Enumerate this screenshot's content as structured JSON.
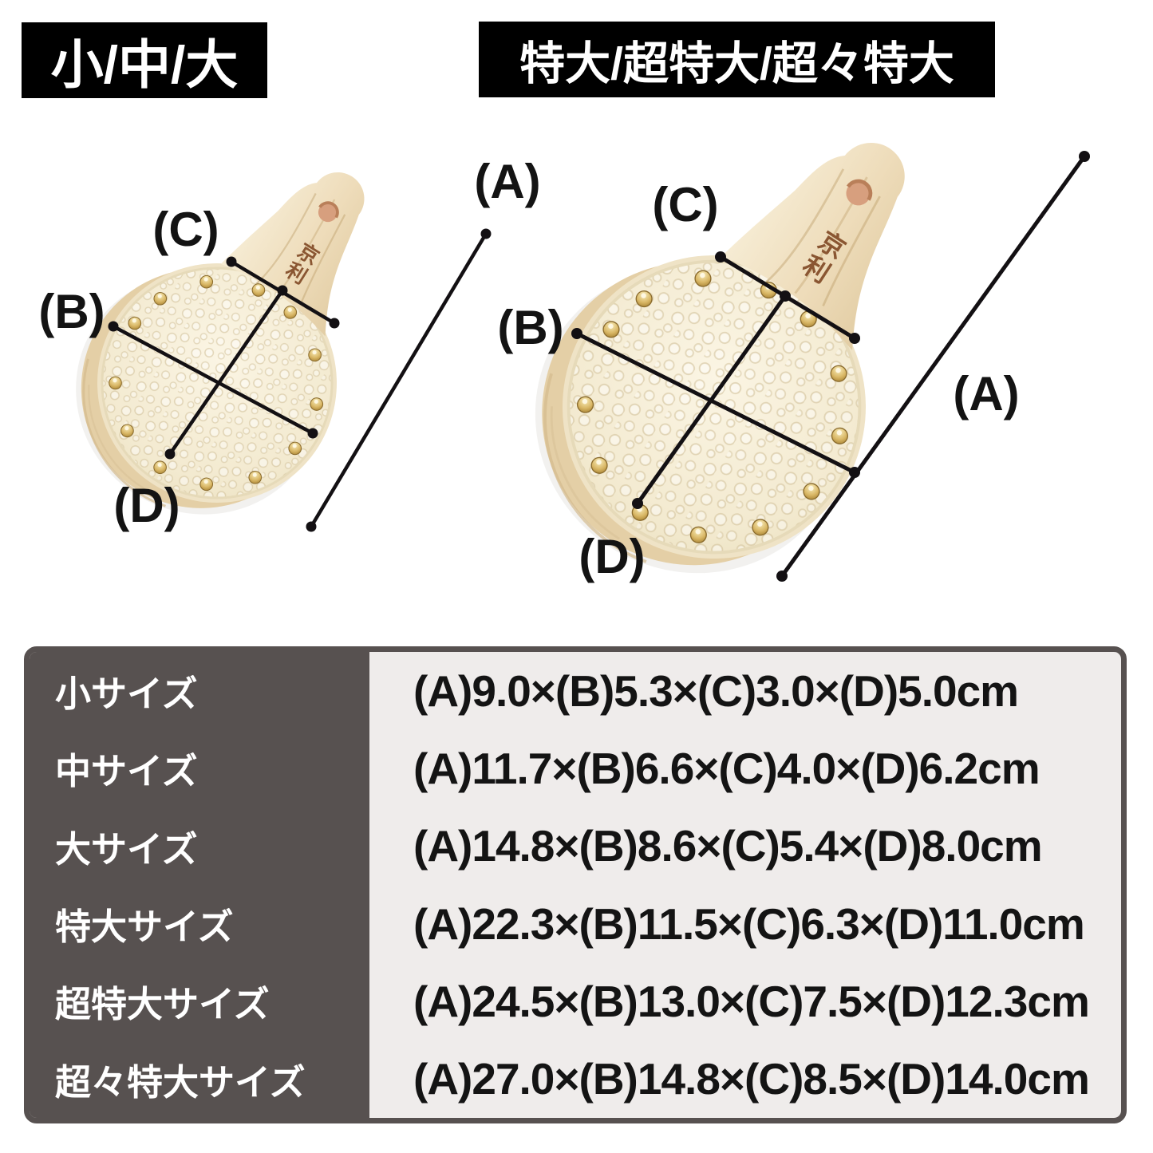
{
  "headers": {
    "left_badge": "小/中/大",
    "right_badge": "特大/超特大/超々特大",
    "badge_bg": "#000000",
    "badge_text_color": "#ffffff"
  },
  "diagram": {
    "brand": "京利",
    "labels": {
      "a": "(A)",
      "b": "(B)",
      "c": "(C)",
      "d": "(D)"
    },
    "colors": {
      "dimension_line": "#131013",
      "wood": "#eedcba",
      "sharkskin": "#f3ebd4",
      "tack_gold": "#c8a34b",
      "brand_text": "#8a5632"
    }
  },
  "size_table": {
    "colors": {
      "label_bg": "#575150",
      "value_bg": "#efeceb",
      "label_text": "#ffffff",
      "value_text": "#141414",
      "border": "#575150"
    },
    "rows": [
      {
        "label": "小サイズ",
        "value": "(A)9.0×(B)5.3×(C)3.0×(D)5.0cm"
      },
      {
        "label": "中サイズ",
        "value": "(A)11.7×(B)6.6×(C)4.0×(D)6.2cm"
      },
      {
        "label": "大サイズ",
        "value": "(A)14.8×(B)8.6×(C)5.4×(D)8.0cm"
      },
      {
        "label": "特大サイズ",
        "value": "(A)22.3×(B)11.5×(C)6.3×(D)11.0cm"
      },
      {
        "label": "超特大サイズ",
        "value": "(A)24.5×(B)13.0×(C)7.5×(D)12.3cm"
      },
      {
        "label": "超々特大サイズ",
        "value": "(A)27.0×(B)14.8×(C)8.5×(D)14.0cm"
      }
    ]
  }
}
